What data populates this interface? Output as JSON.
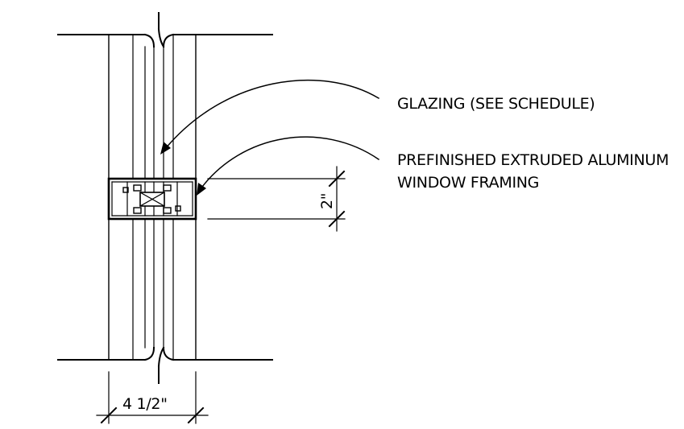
{
  "callouts": {
    "glazing": "GLAZING (SEE SCHEDULE)",
    "framing_line1": "PREFINISHED EXTRUDED ALUMINUM",
    "framing_line2": "WINDOW FRAMING"
  },
  "dimensions": {
    "frame_depth": "4 1/2\"",
    "frame_face": "2\""
  }
}
